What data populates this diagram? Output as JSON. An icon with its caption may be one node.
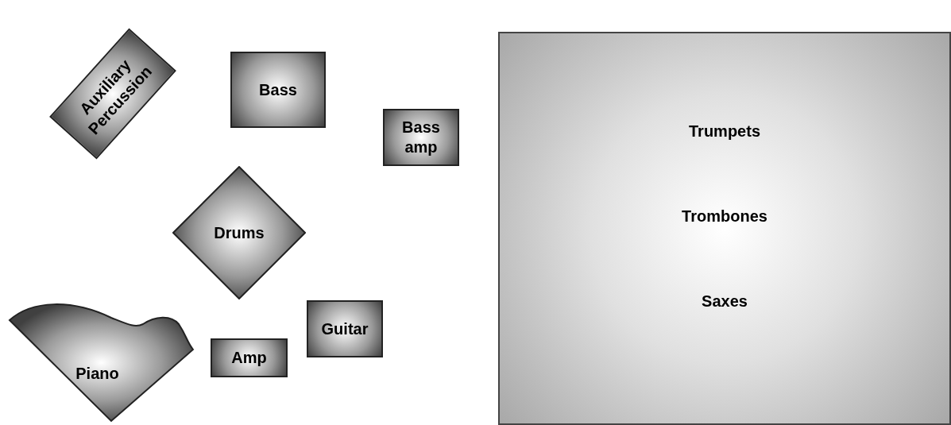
{
  "diagram": {
    "nodes": [
      {
        "text": [
          "Auxiliary Percussion"
        ]
      },
      {
        "text": [
          "Bass"
        ]
      },
      {
        "text": [
          "Bass amp"
        ]
      },
      {
        "text": [
          "Drums"
        ]
      },
      {
        "text": [
          "Piano"
        ]
      },
      {
        "text": [
          "Amp"
        ]
      },
      {
        "text": [
          "Guitar"
        ]
      },
      {
        "text": [
          "Trumpets",
          "Trombones",
          "Saxes"
        ]
      }
    ]
  }
}
